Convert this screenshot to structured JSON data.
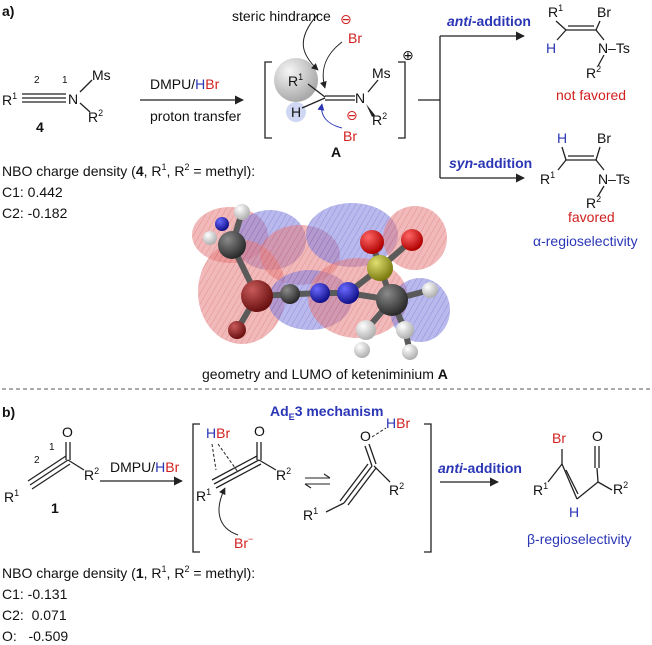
{
  "panel_a": {
    "label": "a)",
    "substrate_number": "4",
    "substrate_pos2": "2",
    "substrate_pos1": "1",
    "R1": "R",
    "sup1": "1",
    "R2": "R",
    "sup2": "2",
    "N": "N",
    "Ms": "Ms",
    "reagent_prefix": "DMPU/",
    "reagent_H": "H",
    "reagent_Br": "Br",
    "reagent_sub": "proton transfer",
    "steric": "steric hindrance",
    "minus": "⊖",
    "Br": "Br",
    "H": "H",
    "plus": "⊕",
    "intermediate_label": "A",
    "anti_prefix": "anti",
    "anti_suffix": "-addition",
    "syn_prefix": "syn",
    "syn_suffix": "-addition",
    "Ts_anti": "N–Ts",
    "Ts_syn": "N–Ts",
    "not_favored": "not favored",
    "favored": "favored",
    "regio_alpha": "α-regioselectivity",
    "nbo_title_pre": "NBO charge density (",
    "nbo_title_num": "4",
    "nbo_title_post": ", R",
    "nbo_title_mid": ", R",
    "nbo_title_end": " = methyl):",
    "nbo_c1": "C1: 0.442",
    "nbo_c2": "C2: -0.182",
    "caption": "geometry and LUMO of keteniminium ",
    "caption_bold": "A"
  },
  "panel_b": {
    "label": "b)",
    "substrate_number": "1",
    "pos2": "2",
    "pos1": "1",
    "O": "O",
    "mechanism_pre": "Ad",
    "mechanism_sub": "E",
    "mechanism_post": "3 mechanism",
    "reagent_prefix": "DMPU/",
    "reagent_H": "H",
    "reagent_Br": "Br",
    "HBr_H": "H",
    "HBr_Br": "Br",
    "Br_minus": "Br",
    "Br_minus_charge": "−",
    "anti_prefix": "anti",
    "anti_suffix": "-addition",
    "regio_beta": "β-regioselectivity",
    "nbo_title_pre": "NBO charge density (",
    "nbo_title_num": "1",
    "nbo_title_post": ", R",
    "nbo_title_mid": ", R",
    "nbo_title_end": " = methyl):",
    "nbo_c1": "C1: -0.131",
    "nbo_c2": "C2:  0.071",
    "nbo_o": "O:   -0.509"
  },
  "colors": {
    "red": "#d11f1f",
    "blue": "#2a36b5",
    "lobe_red": "#e06a6a",
    "lobe_blue": "#7070d8"
  }
}
